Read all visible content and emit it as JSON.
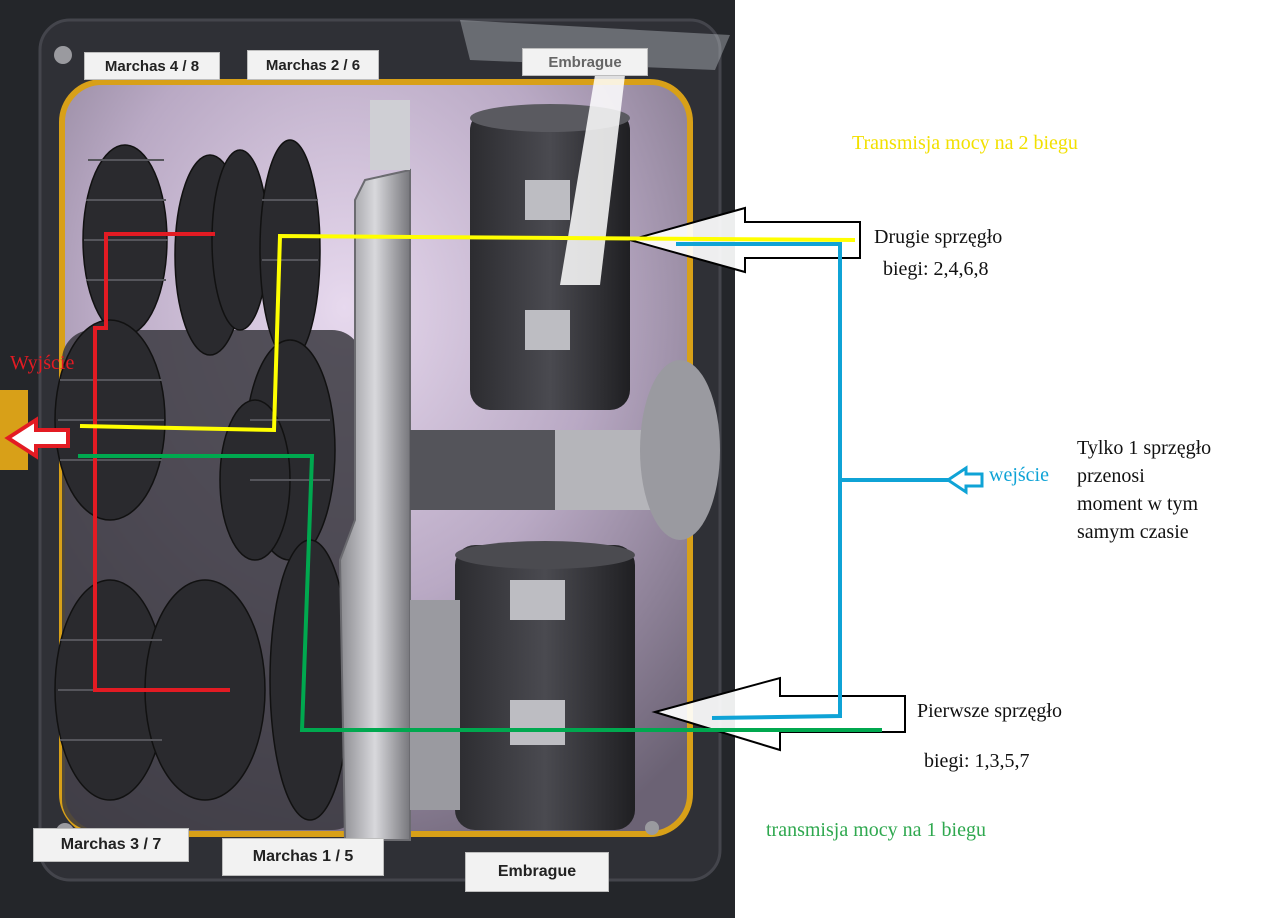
{
  "photo": {
    "labels": {
      "m48": "Marchas 4 / 8",
      "m26": "Marchas 2 / 6",
      "emb_top": "Embrague",
      "m37": "Marchas 3 / 7",
      "m15": "Marchas 1 / 5",
      "emb_bottom": "Embrague"
    }
  },
  "annotations": {
    "title_second": "Transmisja mocy na 2 biegu",
    "second_clutch": "Drugie sprzęgło",
    "second_gears": "biegi: 2,4,6,8",
    "output": "Wyjście",
    "input": "wejście",
    "only_one": [
      "Tylko 1 sprzęgło",
      "przenosi",
      "moment w tym",
      "samym czasie"
    ],
    "first_clutch": "Pierwsze sprzęgło",
    "first_gears": "biegi: 1,3,5,7",
    "title_first": "transmisja mocy na 1 biegu"
  },
  "colors": {
    "second_path": "#ffff00",
    "first_path": "#00a84f",
    "input_path": "#0fa3d6",
    "output_path": "#e31b23",
    "title_second": "#f2e000",
    "title_first": "#2fa84f"
  }
}
